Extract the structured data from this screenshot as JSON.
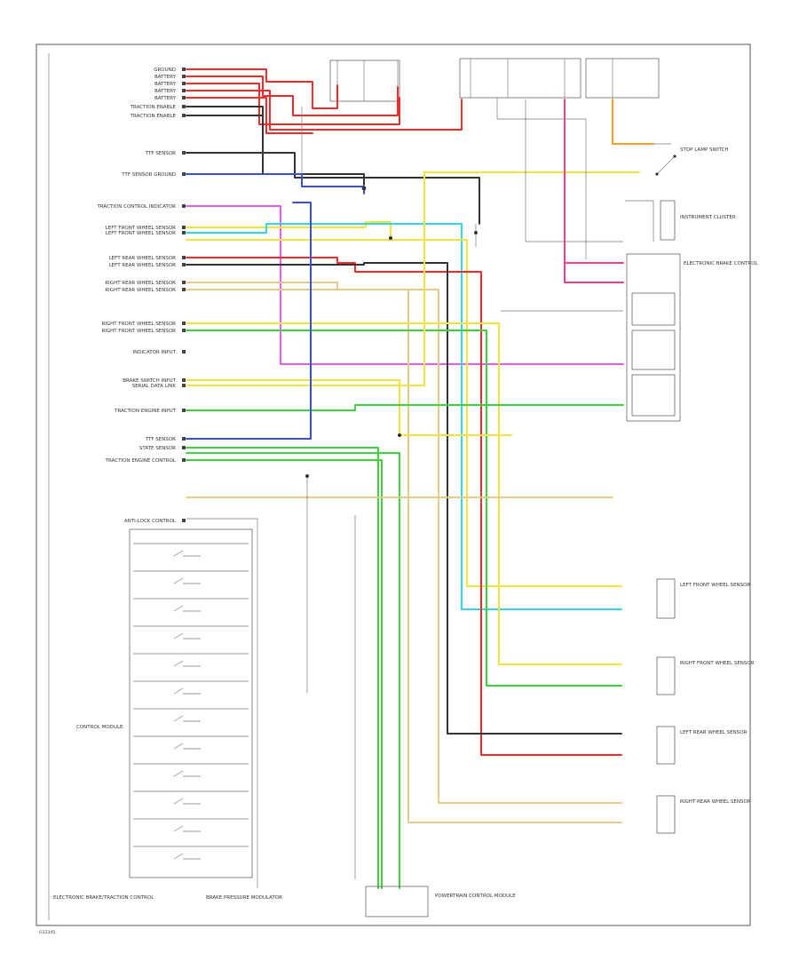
{
  "diagram": {
    "ecu_pin_labels": [
      {
        "label": "GROUND"
      },
      {
        "label": "BATTERY"
      },
      {
        "label": "BATTERY"
      },
      {
        "label": "BATTERY"
      },
      {
        "label": "BATTERY"
      },
      {
        "label": "TRACTION ENABLE"
      },
      {
        "label": "TRACTION ENABLE"
      },
      {
        "label": "TTF SENSOR"
      },
      {
        "label": "TTF SENSOR GROUND"
      },
      {
        "label": "TRACTION CONTROL INDICATOR"
      },
      {
        "label": "LEFT FRONT WHEEL SENSOR"
      },
      {
        "label": "LEFT FRONT WHEEL SENSOR"
      },
      {
        "label": "LEFT REAR WHEEL SENSOR"
      },
      {
        "label": "LEFT REAR WHEEL SENSOR"
      },
      {
        "label": "RIGHT REAR WHEEL SENSOR"
      },
      {
        "label": "RIGHT REAR WHEEL SENSOR"
      },
      {
        "label": "RIGHT FRONT WHEEL SENSOR"
      },
      {
        "label": "RIGHT FRONT WHEEL SENSOR"
      },
      {
        "label": "INDICATOR INPUT"
      },
      {
        "label": "BRAKE SWITCH INPUT"
      },
      {
        "label": "SERIAL DATA LINK"
      },
      {
        "label": "TRACTION ENGINE INPUT"
      },
      {
        "label": "TTF SENSOR"
      },
      {
        "label": "STATE SENSOR"
      },
      {
        "label": "TRACTION ENGINE CONTROL"
      },
      {
        "label": "ANTI-LOCK CONTROL"
      }
    ],
    "right_components": [
      {
        "label": "STOP LAMP SWITCH"
      },
      {
        "label": "INSTRUMENT CLUSTER"
      },
      {
        "label": "ELECTRONIC BRAKE CONTROL"
      },
      {
        "label": "LEFT FRONT WHEEL SENSOR"
      },
      {
        "label": "RIGHT FRONT WHEEL SENSOR"
      },
      {
        "label": "LEFT REAR WHEEL SENSOR"
      },
      {
        "label": "RIGHT REAR WHEEL SENSOR"
      }
    ],
    "module_label": "CONTROL MODULE",
    "bottom_labels": {
      "left": "ELECTRONIC BRAKE/TRACTION CONTROL",
      "middle": "BRAKE PRESSURE MODULATOR",
      "bottom_module": "POWERTRAIN CONTROL MODULE"
    },
    "footer_code": "G12345"
  },
  "colors": {
    "red": "#ef2b2b",
    "pink": "#f03e86",
    "yellow": "#f3e33a",
    "cyan": "#33d6e8",
    "green": "#3ed13e",
    "blue": "#3a4fd8",
    "violet": "#e25ee8",
    "orange": "#f3a026",
    "tan": "#e3c98a",
    "black": "#333333"
  }
}
